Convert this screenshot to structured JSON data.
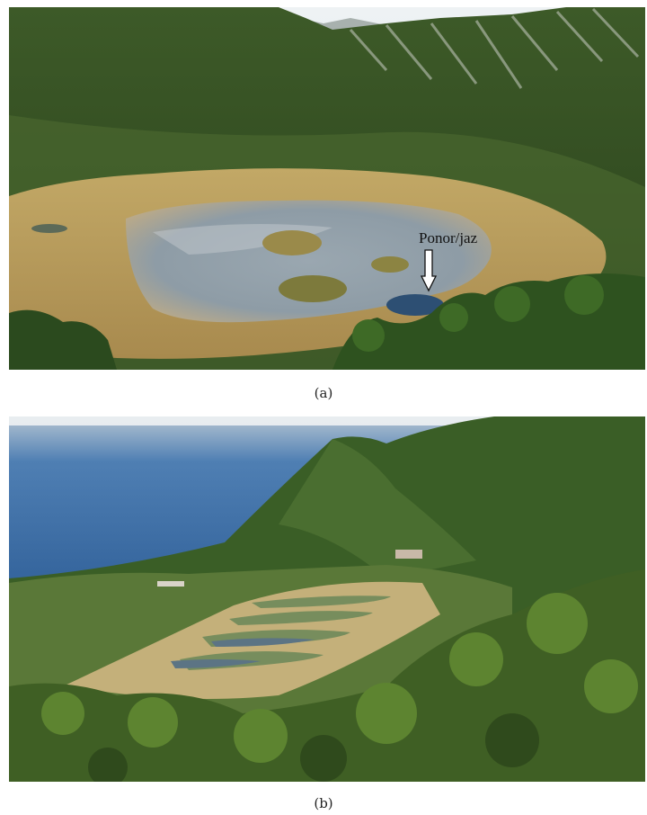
{
  "figure": {
    "panel_a": {
      "caption": "(a)",
      "annotation": "Ponor/jaz"
    },
    "panel_b": {
      "caption": "(b)"
    }
  },
  "colors": {
    "forest_dark": "#2f4a22",
    "forest_mid": "#4a6a2e",
    "reed_tan": "#b89a5a",
    "water": "#8a9aa6",
    "sea_blue": "#3f6fa8",
    "sky": "#dfe6ea"
  }
}
